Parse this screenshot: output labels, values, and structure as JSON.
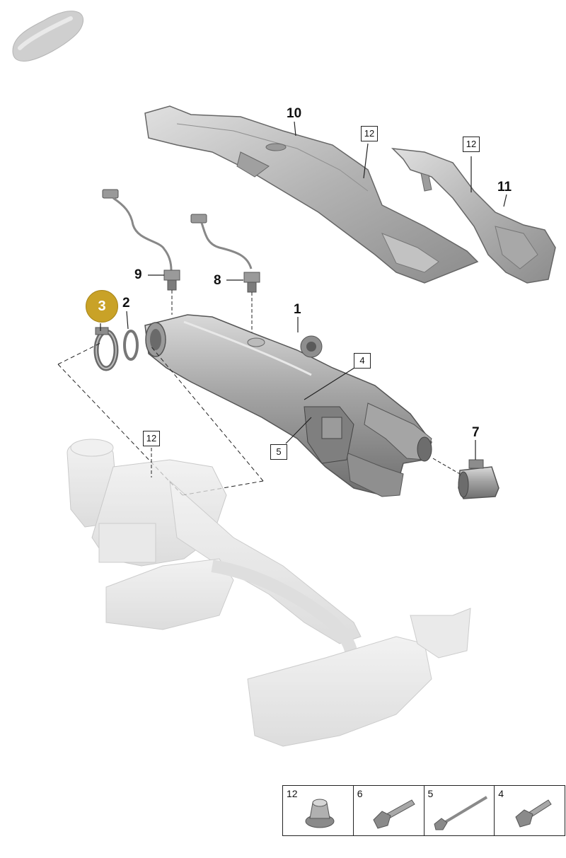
{
  "callouts": {
    "c1": "1",
    "c2": "2",
    "c3": "3",
    "c7": "7",
    "c8": "8",
    "c9": "9",
    "c10": "10",
    "c11": "11"
  },
  "boxed": {
    "b4": "4",
    "b5": "5",
    "b12a": "12",
    "b12b": "12",
    "b12c": "12"
  },
  "legend": {
    "items": [
      {
        "number": "12",
        "icon": "flange-nut-icon"
      },
      {
        "number": "6",
        "icon": "hex-bolt-icon"
      },
      {
        "number": "5",
        "icon": "long-bolt-icon"
      },
      {
        "number": "4",
        "icon": "stud-bolt-icon"
      }
    ]
  },
  "colors": {
    "highlight": "#c9a227",
    "part_gray": "#8a8a8a",
    "ghost_gray": "#dcdcdc"
  }
}
